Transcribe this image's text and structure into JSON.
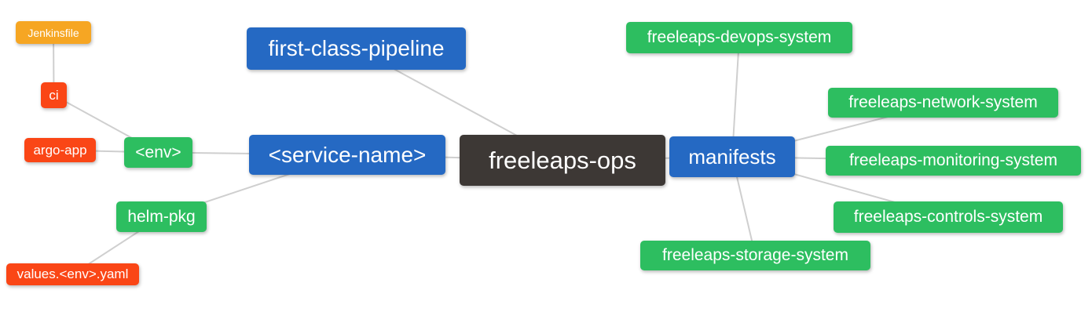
{
  "theme": {
    "blue": "#2569c3",
    "green": "#2dbe60",
    "red": "#fa4616",
    "orange": "#f6a623",
    "dark": "#3d3835",
    "connector": "#cfcfcf",
    "text": "#ffffff",
    "background": "#ffffff"
  },
  "nodes": [
    {
      "id": "jenkinsfile",
      "label": "Jenkinsfile",
      "color": "orange"
    },
    {
      "id": "ci",
      "label": "ci",
      "color": "red"
    },
    {
      "id": "argo-app",
      "label": "argo-app",
      "color": "red"
    },
    {
      "id": "env",
      "label": "<env>",
      "color": "green"
    },
    {
      "id": "service-name",
      "label": "<service-name>",
      "color": "blue"
    },
    {
      "id": "helm-pkg",
      "label": "helm-pkg",
      "color": "green"
    },
    {
      "id": "values-env-yaml",
      "label": "values.<env>.yaml",
      "color": "red"
    },
    {
      "id": "first-class-pipeline",
      "label": "first-class-pipeline",
      "color": "blue"
    },
    {
      "id": "freeleaps-ops",
      "label": "freeleaps-ops",
      "color": "dark"
    },
    {
      "id": "manifests",
      "label": "manifests",
      "color": "blue"
    },
    {
      "id": "freeleaps-devops-system",
      "label": "freeleaps-devops-system",
      "color": "green"
    },
    {
      "id": "freeleaps-network-system",
      "label": "freeleaps-network-system",
      "color": "green"
    },
    {
      "id": "freeleaps-monitoring-system",
      "label": "freeleaps-monitoring-system",
      "color": "green"
    },
    {
      "id": "freeleaps-controls-system",
      "label": "freeleaps-controls-system",
      "color": "green"
    },
    {
      "id": "freeleaps-storage-system",
      "label": "freeleaps-storage-system",
      "color": "green"
    }
  ],
  "edges": [
    [
      "jenkinsfile",
      "ci"
    ],
    [
      "ci",
      "env"
    ],
    [
      "argo-app",
      "env"
    ],
    [
      "env",
      "service-name"
    ],
    [
      "helm-pkg",
      "service-name"
    ],
    [
      "values-env-yaml",
      "helm-pkg"
    ],
    [
      "first-class-pipeline",
      "freeleaps-ops"
    ],
    [
      "service-name",
      "freeleaps-ops"
    ],
    [
      "freeleaps-ops",
      "manifests"
    ],
    [
      "manifests",
      "freeleaps-devops-system"
    ],
    [
      "manifests",
      "freeleaps-network-system"
    ],
    [
      "manifests",
      "freeleaps-monitoring-system"
    ],
    [
      "manifests",
      "freeleaps-controls-system"
    ],
    [
      "manifests",
      "freeleaps-storage-system"
    ]
  ]
}
